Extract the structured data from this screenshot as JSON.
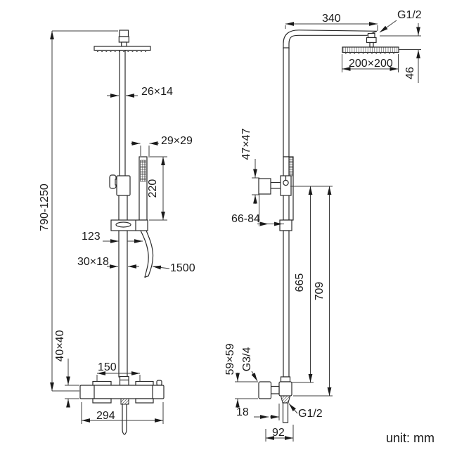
{
  "footer": {
    "unit_label": "unit: mm"
  },
  "front_view": {
    "dims": {
      "height_range": "790-1250",
      "upper_pipe_section": "26×14",
      "hand_shower_section": "29×29",
      "hand_shower_length": "220",
      "shelf_to_hose": "123",
      "lower_pipe_section": "30×18",
      "hose_length": "1500",
      "valve_section": "40×40",
      "handle_spacing": "150",
      "valve_width": "294"
    }
  },
  "side_view": {
    "dims": {
      "arm_reach": "340",
      "head_thread": "G1/2",
      "head_size": "200×200",
      "head_height": "46",
      "bracket_section": "47×47",
      "wall_clearance": "66-84",
      "riser_length": "665",
      "riser_drop": "709",
      "handle_section": "59×59",
      "inlet_thread": "G3/4",
      "outlet_offset": "18",
      "outlet_thread": "G1/2",
      "outlet_width": "92"
    }
  }
}
